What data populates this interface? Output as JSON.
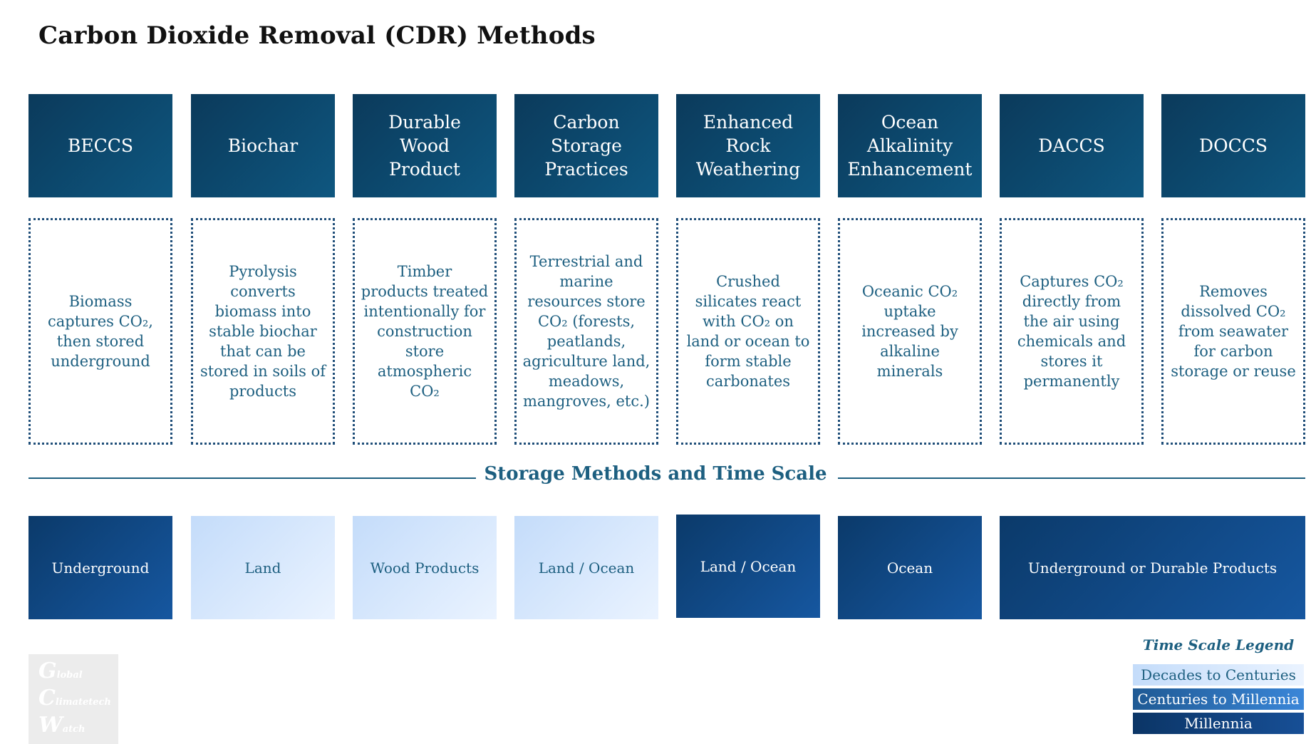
{
  "title": "Carbon Dioxide Removal (CDR) Methods",
  "methods": [
    {
      "name": "BECCS",
      "description": "Biomass\ncaptures CO₂,\nthen stored\nunderground"
    },
    {
      "name": "Biochar",
      "description": "Pyrolysis\nconverts\nbiomass into\nstable biochar\nthat can be\nstored in soils of\nproducts"
    },
    {
      "name": "Durable\nWood\nProduct",
      "description": "Timber\nproducts treated\nintentionally for\nconstruction\nstore\natmospheric\nCO₂"
    },
    {
      "name": "Carbon\nStorage\nPractices",
      "description": "Terrestrial and\nmarine\nresources store\nCO₂ (forests,\npeatlands,\nagriculture land,\nmeadows,\nmangroves, etc.)"
    },
    {
      "name": "Enhanced\nRock\nWeathering",
      "description": "Crushed\nsilicates react\nwith CO₂ on\nland or ocean to\nform stable\ncarbonates"
    },
    {
      "name": "Ocean\nAlkalinity\nEnhancement",
      "description": "Oceanic CO₂\nuptake\nincreased by\nalkaline\nminerals"
    },
    {
      "name": "DACCS",
      "description": "Captures CO₂\ndirectly from\nthe air using\nchemicals and\nstores it\npermanently"
    },
    {
      "name": "DOCCS",
      "description": "Removes\ndissolved CO₂\nfrom seawater\nfor carbon\nstorage or reuse"
    }
  ],
  "section_title": "Storage Methods and Time Scale",
  "storage": [
    {
      "label": "Underground",
      "time_scale": "Millennia"
    },
    {
      "label": "Land",
      "time_scale": "Decades to Centuries"
    },
    {
      "label": "Wood Products",
      "time_scale": "Decades to Centuries"
    },
    {
      "label": "Land / Ocean",
      "time_scale": "Decades to Centuries"
    },
    {
      "label": "Land / Ocean",
      "time_scale": "Millennia"
    },
    {
      "label": "Ocean",
      "time_scale": "Millennia"
    },
    {
      "label": "Underground or Durable Products",
      "time_scale": "Millennia"
    }
  ],
  "legend": {
    "title": "Time Scale Legend",
    "items": [
      {
        "label": "Decades to Centuries",
        "color": "#c4dcfa",
        "text_color": "#1d5f80"
      },
      {
        "label": "Centuries to Millennia",
        "color": "#2b6cb0",
        "text_color": "#ffffff"
      },
      {
        "label": "Millennia",
        "color": "#0e3d6e",
        "text_color": "#ffffff"
      }
    ]
  },
  "logo": {
    "line1": "Global",
    "line2": "Climatetech",
    "line3": "Watch"
  }
}
